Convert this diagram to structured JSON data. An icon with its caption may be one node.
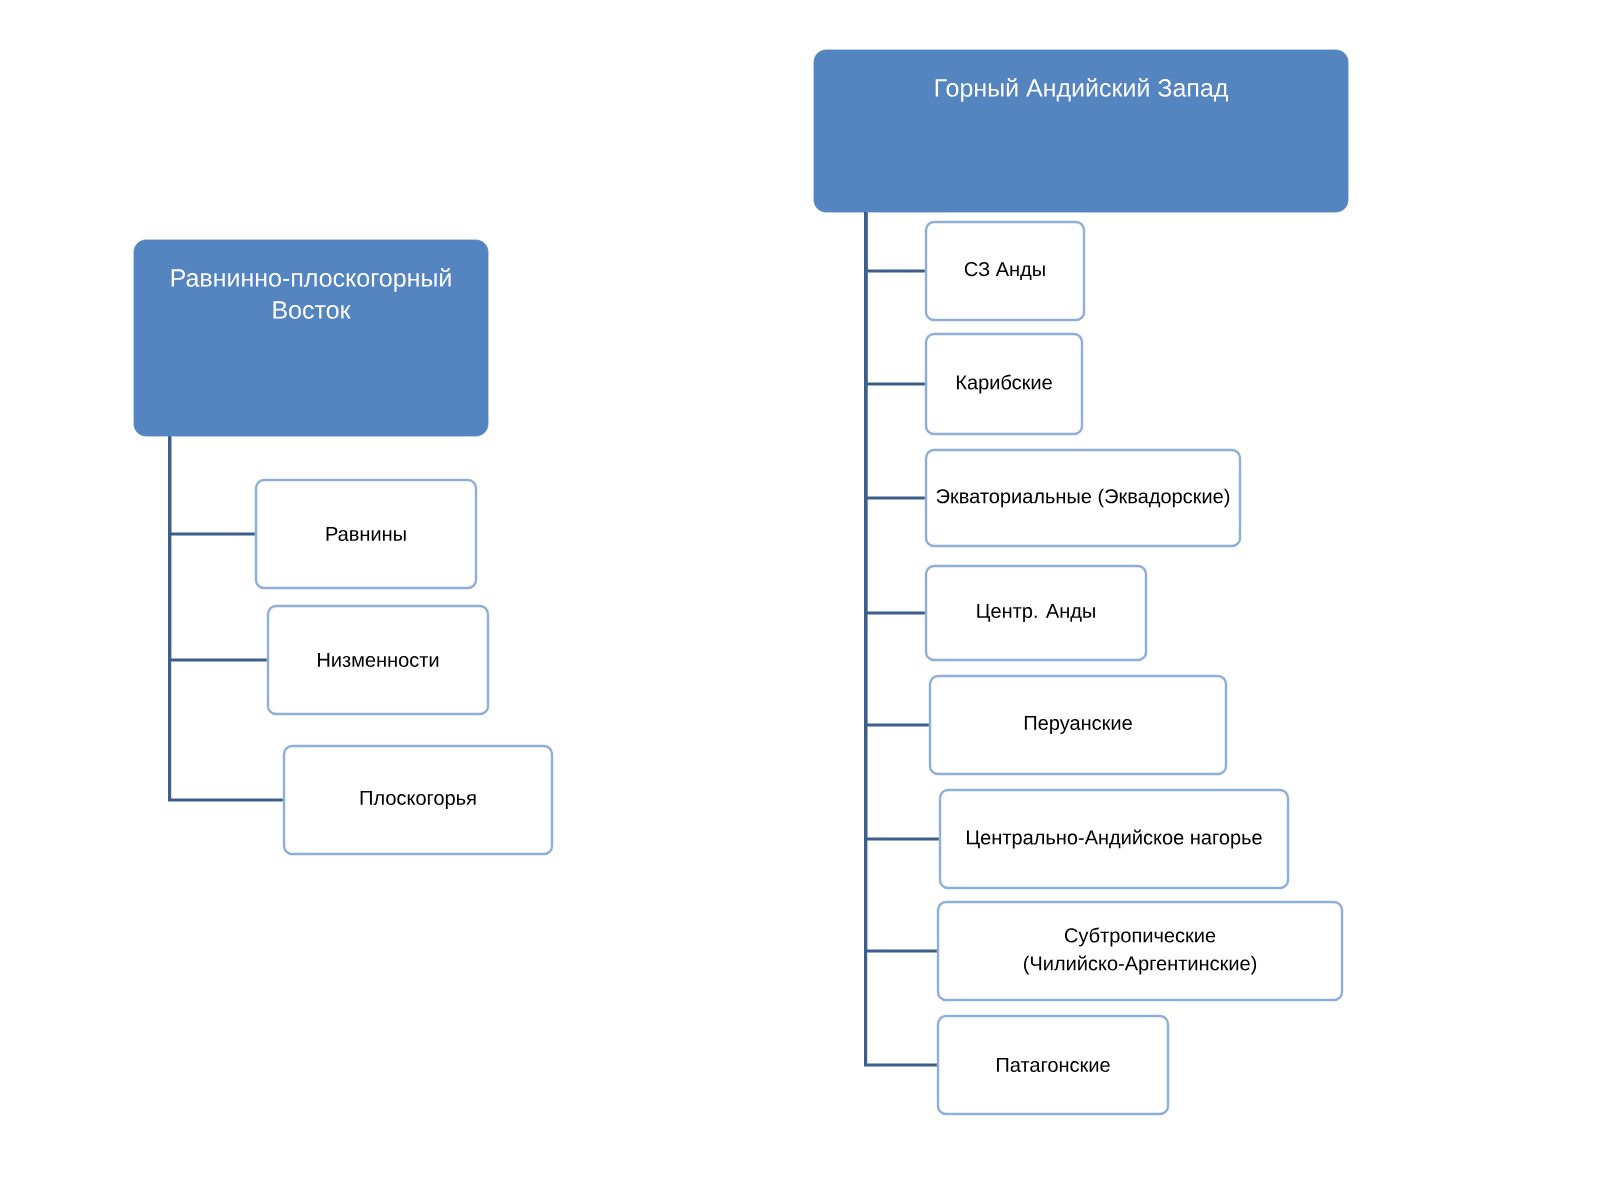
{
  "diagram": {
    "nodes": [
      {
        "text": [
          "Равнинно-плоскогорный Восток"
        ]
      },
      {
        "text": [
          "Равнины"
        ]
      },
      {
        "text": [
          "Низменности"
        ]
      },
      {
        "text": [
          "Плоскогорья"
        ]
      },
      {
        "text": [
          "Горный Андийский Запад"
        ]
      },
      {
        "text": [
          "СЗ Анды"
        ]
      },
      {
        "text": [
          "Карибские"
        ]
      },
      {
        "text": [
          "Экваториальные (Эквадорские)"
        ]
      },
      {
        "text": [
          "Центр. Анды"
        ]
      },
      {
        "text": [
          "Перуанские"
        ]
      },
      {
        "text": [
          "Центрально-Андийское нагорье"
        ]
      },
      {
        "text": [
          "Субтропические (Чилийско-Аргентинские)"
        ]
      },
      {
        "text": [
          "Патагонские"
        ]
      }
    ],
    "edges": [
      {
        "from": 0,
        "to": 1,
        "arrow": "none"
      },
      {
        "from": 0,
        "to": 2,
        "arrow": "none"
      },
      {
        "from": 0,
        "to": 3,
        "arrow": "none"
      },
      {
        "from": 4,
        "to": 5,
        "arrow": "none"
      },
      {
        "from": 4,
        "to": 6,
        "arrow": "none"
      },
      {
        "from": 4,
        "to": 7,
        "arrow": "none"
      },
      {
        "from": 4,
        "to": 8,
        "arrow": "none"
      },
      {
        "from": 4,
        "to": 9,
        "arrow": "none"
      },
      {
        "from": 4,
        "to": 10,
        "arrow": "none"
      },
      {
        "from": 4,
        "to": 11,
        "arrow": "none"
      },
      {
        "from": 4,
        "to": 12,
        "arrow": "none"
      }
    ]
  }
}
